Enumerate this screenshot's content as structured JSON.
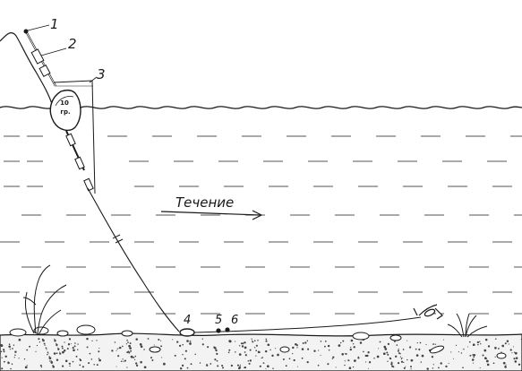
{
  "labels": {
    "rod_tip": "1",
    "rod_ring": "2",
    "float": "3",
    "sinker": "4",
    "stopper_a": "5",
    "stopper_b": "6",
    "current": "Течение",
    "float_weight_top": "10",
    "float_weight_bottom": "гр."
  },
  "colors": {
    "ink": "#1a1a1a",
    "water_dash": "#555555",
    "paper": "#ffffff"
  },
  "icons": {
    "current_arrow": "arrow-right-icon"
  }
}
